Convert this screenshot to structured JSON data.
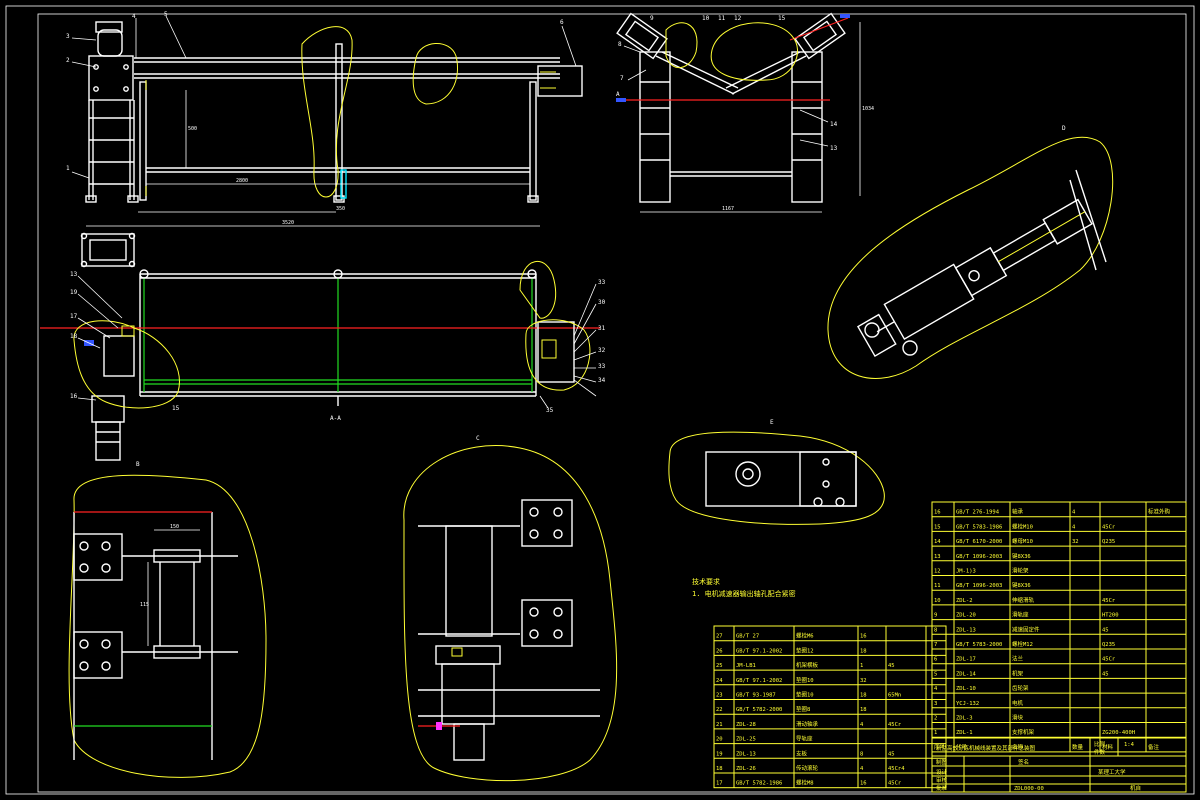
{
  "drawing": {
    "note_title": "技术要求",
    "note_line": "1. 电机减速器输出轴孔配合紧密",
    "view_labels": {
      "section_aa": "A-A",
      "detail_top": "B",
      "detail_mid": "C",
      "detail_right": "D",
      "arrow_a": "A"
    },
    "dims": {
      "front_total": "3520",
      "front_inner": "2800",
      "front_height": "500",
      "front_base": "350",
      "side_width": "1167",
      "side_height": "1034",
      "detail_width": "150",
      "detail_height": "115"
    },
    "balloons_front": [
      "1",
      "2",
      "3",
      "4",
      "5",
      "6"
    ],
    "balloons_side": [
      "7",
      "8",
      "9",
      "10",
      "11",
      "12",
      "13",
      "14",
      "15"
    ],
    "balloons_plan": [
      "13",
      "19",
      "17",
      "18",
      "16",
      "15",
      "33",
      "30",
      "31",
      "32",
      "33",
      "34",
      "35"
    ]
  },
  "parts_upper": {
    "rows": [
      [
        "16",
        "GB/T 276-1994",
        "轴承",
        "4",
        "",
        "标准外购"
      ],
      [
        "15",
        "GB/T 5783-1986",
        "螺栓M10",
        "4",
        "45Cr",
        ""
      ],
      [
        "14",
        "GB/T 6170-2000",
        "螺母M10",
        "32",
        "Q235",
        ""
      ],
      [
        "13",
        "GB/T 1096-2003",
        "键8X36",
        "",
        "",
        ""
      ],
      [
        "12",
        "JM-1)3",
        "滑轮架",
        "",
        "",
        ""
      ],
      [
        "11",
        "GB/T 1096-2003",
        "键8X36",
        "",
        "",
        ""
      ],
      [
        "10",
        "ZDL-2",
        "伸缩滑轨",
        "",
        "45Cr",
        ""
      ],
      [
        "9",
        "ZDL-20",
        "滑轨座",
        "",
        "HT200",
        ""
      ],
      [
        "8",
        "ZDL-13",
        "减速固定件",
        "",
        "45",
        ""
      ],
      [
        "7",
        "GB/T 5783-2000",
        "螺栓M12",
        "",
        "Q235",
        ""
      ],
      [
        "6",
        "ZDL-17",
        "法兰",
        "",
        "45Cr",
        ""
      ],
      [
        "5",
        "ZDL-14",
        "机架",
        "",
        "45",
        ""
      ],
      [
        "4",
        "ZDL-10",
        "齿轮架",
        "",
        "",
        ""
      ],
      [
        "3",
        "YCJ-132",
        "电机",
        "",
        "",
        ""
      ],
      [
        "2",
        "ZDL-3",
        "滑块",
        "",
        "",
        ""
      ],
      [
        "1",
        "ZDL-1",
        "支撑机架",
        "",
        "ZG200-400H",
        ""
      ]
    ],
    "header": [
      "序号",
      "代号",
      "名称",
      "数量",
      "材料",
      "备注"
    ]
  },
  "parts_lower": {
    "rows": [
      [
        "27",
        "GB/T 27",
        "螺栓M6",
        "16",
        "",
        ""
      ],
      [
        "26",
        "GB/T 97.1-2002",
        "垫圈12",
        "18",
        "",
        ""
      ],
      [
        "25",
        "JM-LB1",
        "机架横板",
        "1",
        "45",
        ""
      ],
      [
        "24",
        "GB/T 97.1-2002",
        "垫圈10",
        "32",
        "",
        ""
      ],
      [
        "23",
        "GB/T 93-1987",
        "垫圈10",
        "18",
        "65Mn",
        ""
      ],
      [
        "22",
        "GB/T 5782-2000",
        "垫圈8",
        "18",
        "",
        ""
      ],
      [
        "21",
        "ZDL-28",
        "滑动轴承",
        "4",
        "45Cr",
        ""
      ],
      [
        "20",
        "ZDL-25",
        "导轨座",
        "",
        "",
        ""
      ],
      [
        "19",
        "ZDL-13",
        "支板",
        "8",
        "45",
        ""
      ],
      [
        "18",
        "ZDL-26",
        "传动滚轮",
        "4",
        "45Cr4",
        ""
      ],
      [
        "17",
        "GB/T 5782-1986",
        "螺栓M8",
        "16",
        "45Cr",
        ""
      ]
    ]
  },
  "title_block": {
    "drawing_name": "新型高效分拣机械线装置及其部件总装图",
    "scale_label": "比例",
    "scale_value": "1:4",
    "sheet_label": "件数",
    "weight_label": "重量",
    "designer_label": "设计",
    "checker_label": "审核",
    "approver_label": "批准",
    "drawer_label": "制图",
    "name_value": "签名",
    "school": "某理工大学",
    "drawing_no": "ZDL000-00",
    "class_no": "机自"
  }
}
